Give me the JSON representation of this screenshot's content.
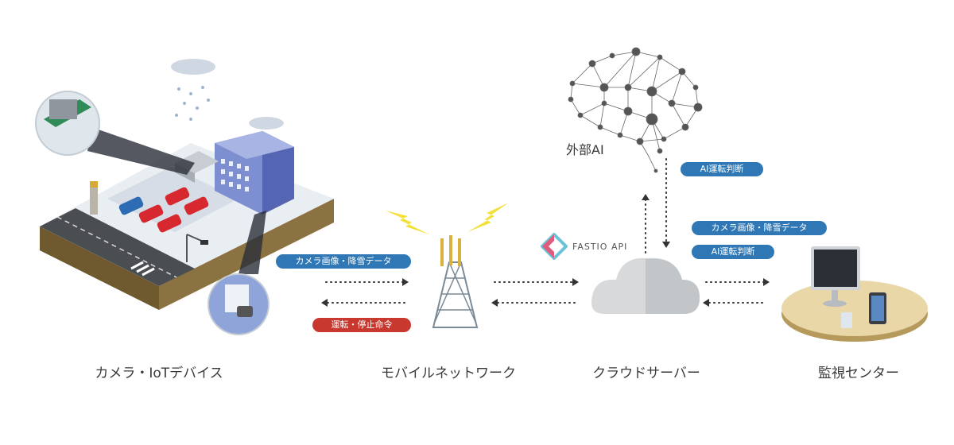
{
  "nodes": {
    "devices": "カメラ・IoTデバイス",
    "network": "モバイルネットワーク",
    "cloud": "クラウドサーバー",
    "monitor": "監視センター"
  },
  "external_ai": "外部AI",
  "brand": "FASTIO API",
  "pills": {
    "left_top": "カメラ画像・降雪データ",
    "left_bottom": "運転・停止命令",
    "ai_decision_top": "AI運転判断",
    "right_top": "カメラ画像・降雪データ",
    "right_bottom": "AI運転判断"
  },
  "colors": {
    "blue": "#2f78b5",
    "red": "#c8382e",
    "arrow": "#333333"
  }
}
